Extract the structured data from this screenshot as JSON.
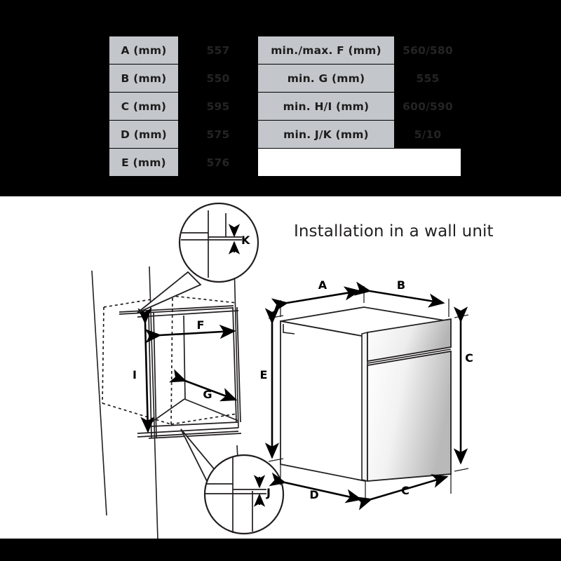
{
  "page": {
    "background_color": "#000000",
    "content_background_color": "#ffffff"
  },
  "spec_table": {
    "rows": [
      {
        "label_left": "A (mm)",
        "value_left": "557",
        "label_right": "min./max. F (mm)",
        "value_right": "560/580"
      },
      {
        "label_left": "B (mm)",
        "value_left": "550",
        "label_right": "min. G (mm)",
        "value_right": "555"
      },
      {
        "label_left": "C (mm)",
        "value_left": "595",
        "label_right": "min. H/I (mm)",
        "value_right": "600/590"
      },
      {
        "label_left": "D (mm)",
        "value_left": "575",
        "label_right": "min. J/K (mm)",
        "value_right": "5/10"
      },
      {
        "label_left": "E (mm)",
        "value_left": "576",
        "label_right": "",
        "value_right": ""
      }
    ],
    "label_cell_color": "#c3c6ca",
    "value_cell_color": "#000000",
    "blank_cell_color": "#ffffff"
  },
  "diagram": {
    "title": "Installation in a wall unit",
    "cabinet_labels": {
      "F": "F",
      "G": "G",
      "I": "I"
    },
    "oven_labels": {
      "A": "A",
      "B": "B",
      "C_right": "C",
      "C_bottom": "C",
      "D": "D",
      "E": "E"
    },
    "callouts": [
      {
        "name": "top-gap-detail",
        "label": "K"
      },
      {
        "name": "bottom-gap-detail",
        "label": "J"
      }
    ]
  }
}
